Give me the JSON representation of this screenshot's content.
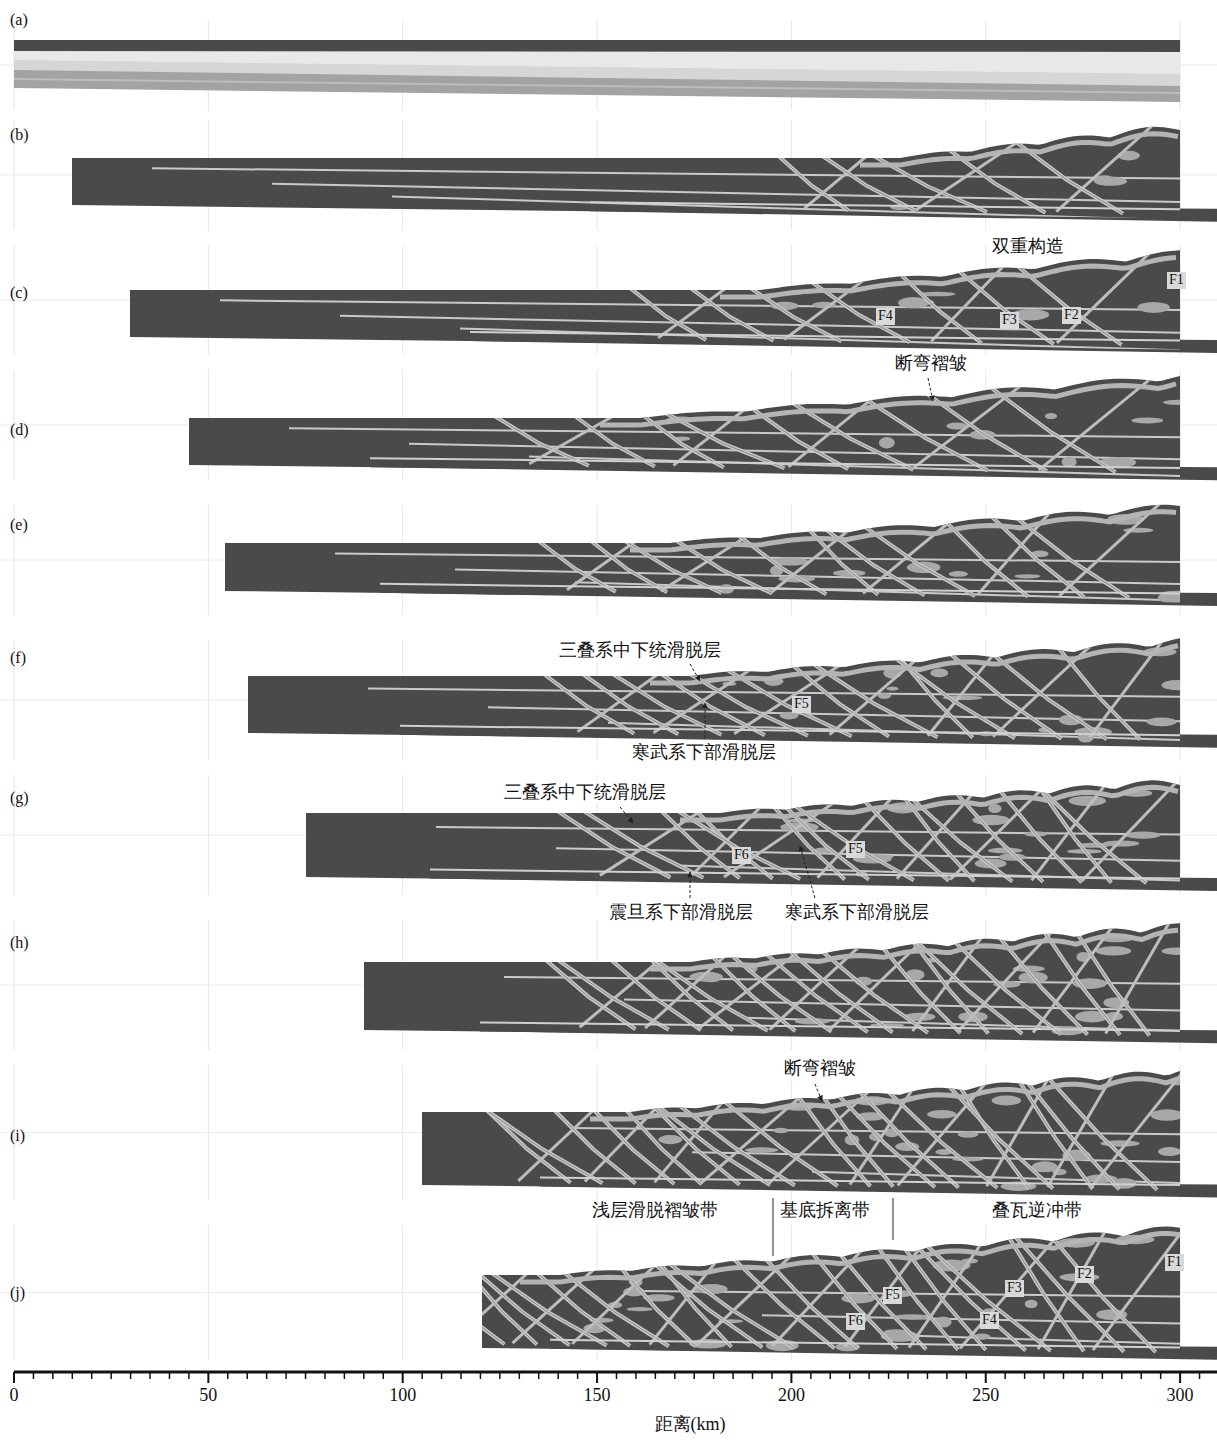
{
  "diagram": {
    "labels": [
      "(a)",
      "(b)",
      "(c)",
      "双重构造",
      "F1",
      "F4",
      "F3",
      "F2",
      "(d)",
      "断弯褶皱",
      "(e)",
      "(f)",
      "三叠系中下统滑脱层",
      "F5",
      "寒武系下部滑脱层",
      "(g)",
      "三叠系中下统滑脱层",
      "F6",
      "F5",
      "震旦系下部滑脱层",
      "寒武系下部滑脱层",
      "(h)",
      "(i)",
      "断弯褶皱",
      "(j)",
      "浅层滑脱褶皱带",
      "基底拆离带",
      "叠瓦逆冲带",
      "F1",
      "F2",
      "F3",
      "F5",
      "F4",
      "F6",
      "0",
      "50",
      "100",
      "150",
      "200",
      "250",
      "300",
      "距离(km)"
    ]
  }
}
